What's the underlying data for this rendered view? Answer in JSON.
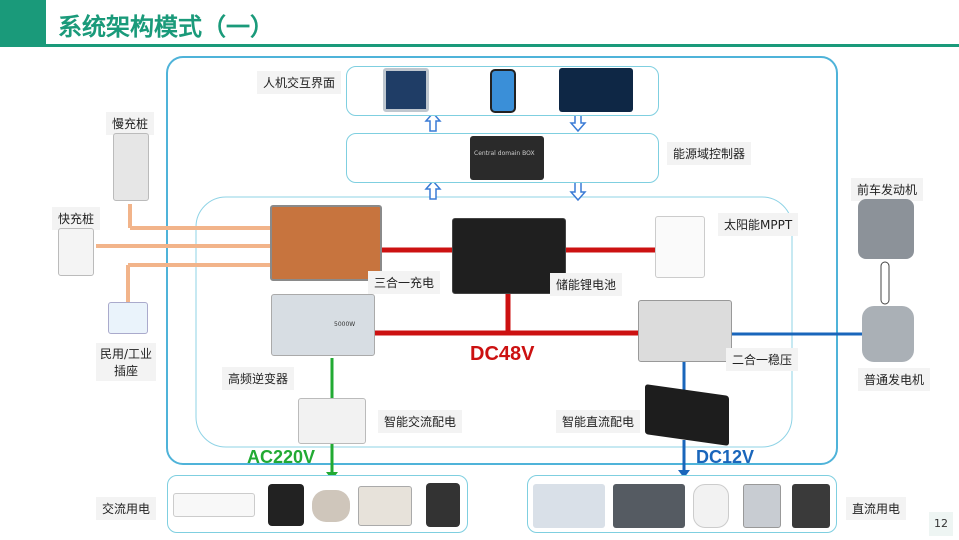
{
  "title": "系统架构模式（一）",
  "labels": {
    "hmi": "人机交互界面",
    "domain_controller": "能源域控制器",
    "slow_charger": "慢充桩",
    "fast_charger": "快充桩",
    "socket_line1": "民用/工业",
    "socket_line2": "插座",
    "three_in_one": "三合一充电",
    "battery": "储能锂电池",
    "solar_mppt": "太阳能MPPT",
    "front_engine": "前车发动机",
    "alternator": "普通发电机",
    "two_in_one": "二合一稳压",
    "inverter": "高频逆变器",
    "ac_distribution": "智能交流配电",
    "dc_distribution": "智能直流配电",
    "ac_loads": "交流用电",
    "dc_loads": "直流用电"
  },
  "buses": {
    "dc48": "DC48V",
    "ac220": "AC220V",
    "dc12": "DC12V"
  },
  "device_text": {
    "controller_box": "Central domain BOX",
    "inverter_badge": "5000W"
  },
  "colors": {
    "accent": "#1a9a7a",
    "dc48_bus": "#cc1111",
    "ac_bus": "#22aa33",
    "dc12_bus": "#1a66bb",
    "charge_line": "#f2b48a",
    "frame": "#4fb3d9"
  },
  "page_number": "12"
}
